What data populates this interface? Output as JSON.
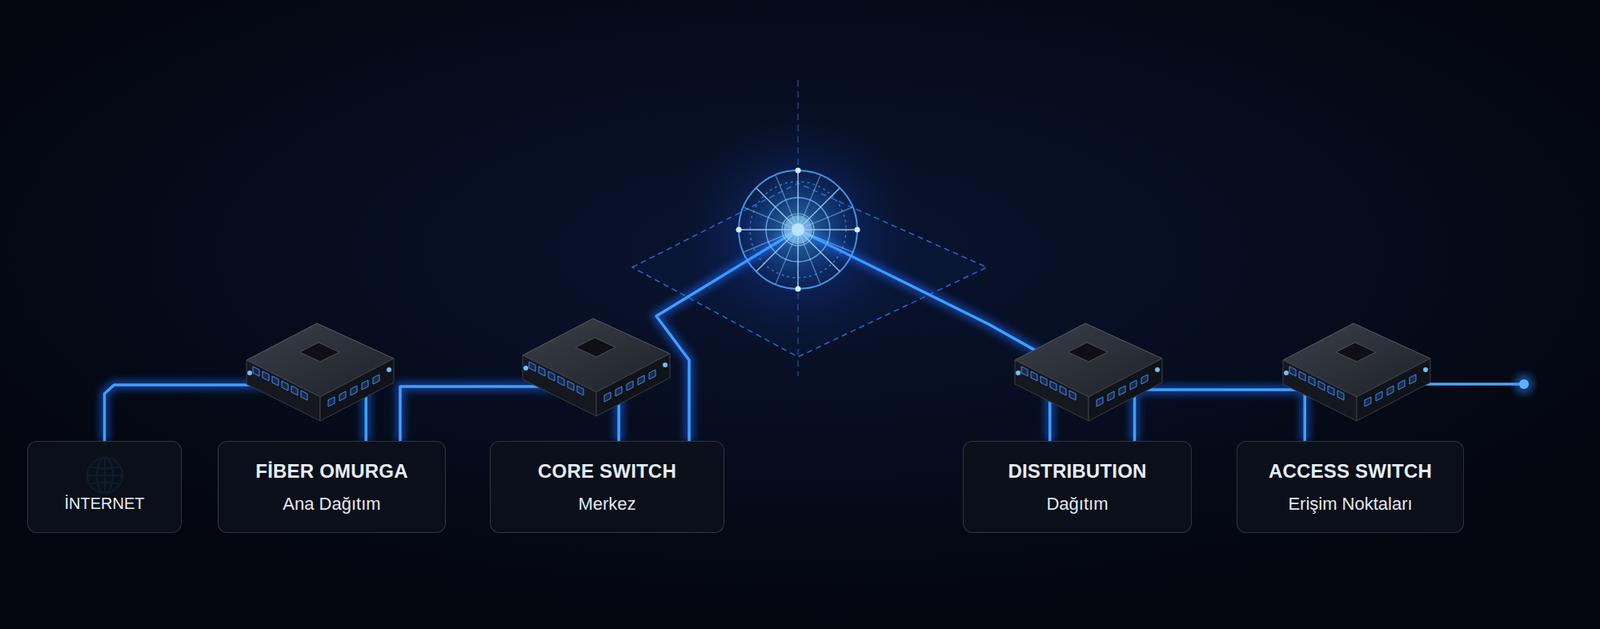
{
  "diagram": {
    "nodes": [
      {
        "text": [
          "İNTERNET"
        ]
      },
      {
        "text": [
          "FİBER OMURGA",
          "Ana Dağıtım"
        ]
      },
      {
        "text": [
          "CORE SWITCH",
          "Merkez"
        ]
      },
      {
        "text": [
          "DISTRIBUTION",
          "Dağıtım"
        ]
      },
      {
        "text": [
          "ACCESS SWITCH",
          "Erişim Noktaları"
        ]
      }
    ],
    "edges": [
      {
        "from": 0,
        "to": 1,
        "arrow": "none"
      },
      {
        "from": 1,
        "to": 2,
        "arrow": "none"
      },
      {
        "from": 2,
        "to": 3,
        "arrow": "none"
      },
      {
        "from": 3,
        "to": 4,
        "arrow": "none"
      }
    ]
  }
}
